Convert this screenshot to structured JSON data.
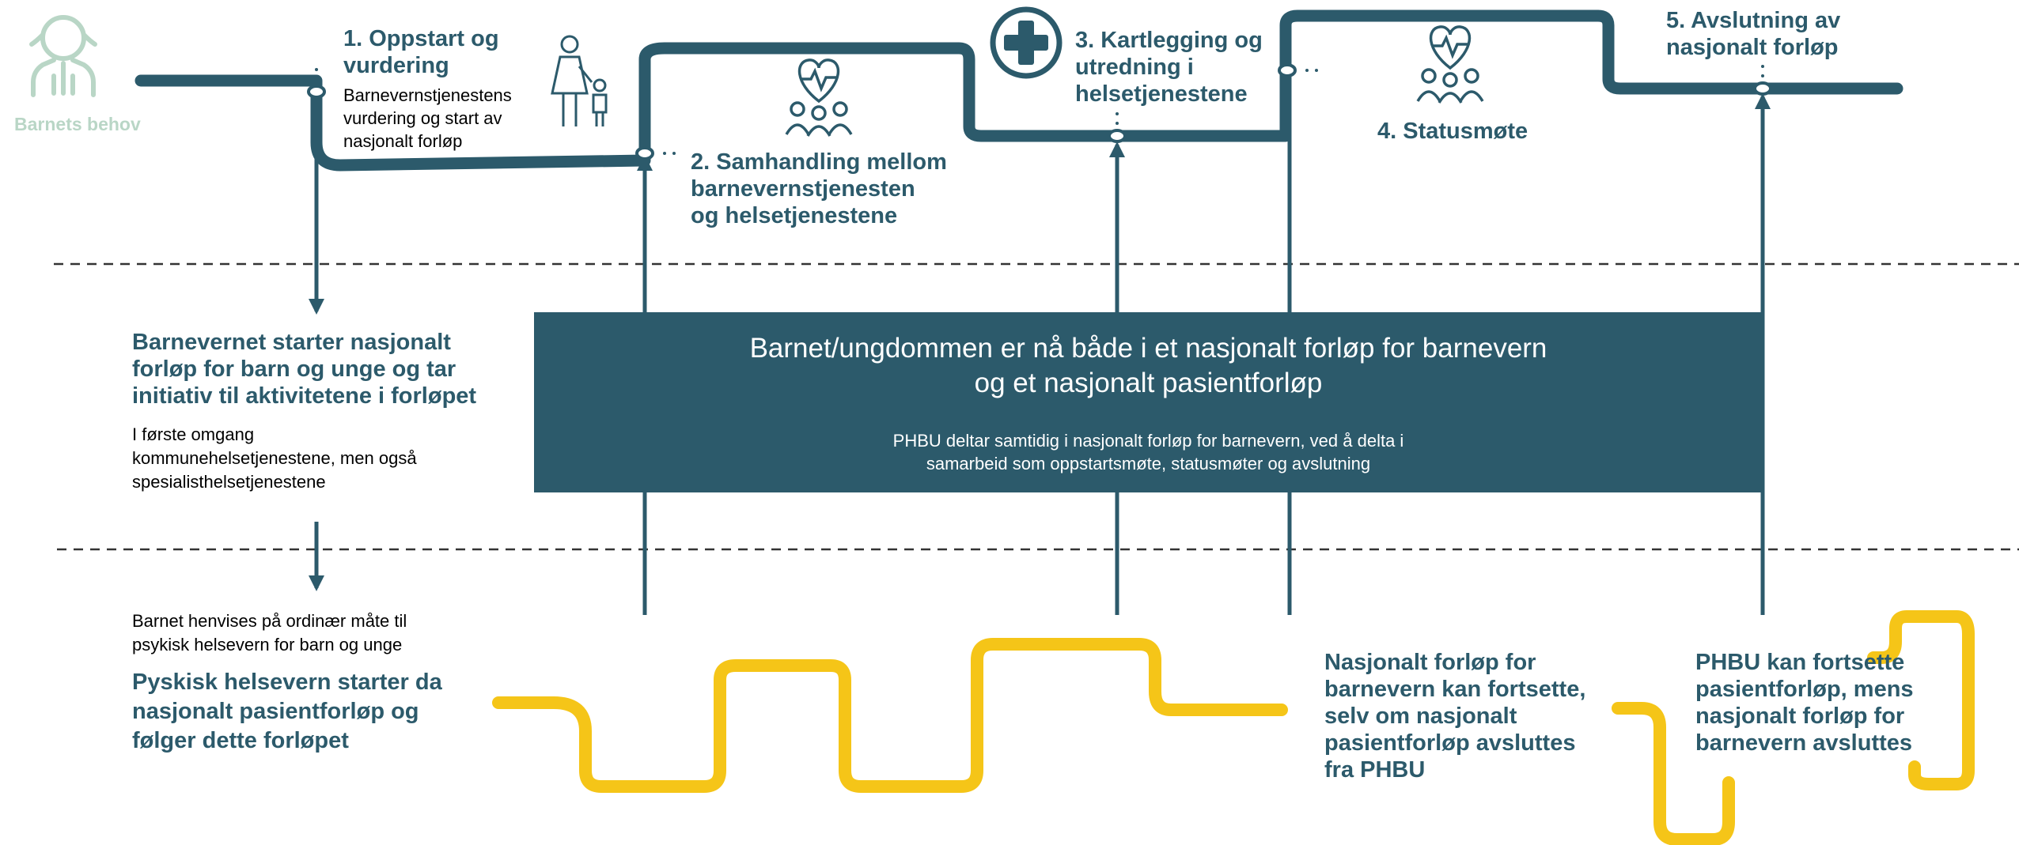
{
  "colors": {
    "teal": "#2c5a6b",
    "yellow": "#f5c518",
    "pale_green": "#b9d6c6",
    "white": "#ffffff"
  },
  "icons": [
    "girl-icon",
    "parent-child-icon",
    "heart-family-icon",
    "medical-cross-icon",
    "heart-family-icon"
  ],
  "start": {
    "label": "Barnets behov"
  },
  "steps": [
    {
      "title": "1. Oppstart og\nvurdering",
      "body": "Barnevernstjenestens\nvurdering og start av\nnasjonalt forløp"
    },
    {
      "title": "2. Samhandling mellom\nbarnevernstjenesten\nog helsetjenestene"
    },
    {
      "title": "3. Kartlegging og\nutredning i\nhelsetjenestene"
    },
    {
      "title": "4. Statusmøte"
    },
    {
      "title": "5. Avslutning av\nnasjonalt forløp"
    }
  ],
  "left_column": {
    "heading": "Barnevernet starter nasjonalt\nforløp for barn og unge og tar\ninitiativ til aktivitetene i forløpet",
    "body": "I første omgang\nkommunehelsetjenestene, men også\nspesialisthelsetjenestene",
    "referral": "Barnet henvises på ordinær måte til\npsykisk helsevern for barn og unge",
    "referral_heading": "Pyskisk helsevern starter da\nnasjonalt pasientforløp og\nfølger dette forløpet"
  },
  "center_box": {
    "title": "Barnet/ungdommen er nå både i et nasjonalt forløp for barnevern\nog et nasjonalt pasientforløp",
    "body": "PHBU deltar samtidig i nasjonalt forløp for barnevern, ved å delta i\nsamarbeid som oppstartsmøte, statusmøter og avslutning"
  },
  "outcomes": [
    {
      "text": "Nasjonalt forløp for\nbarnevern kan fortsette,\nselv om nasjonalt\npasientforløp avsluttes\nfra PHBU"
    },
    {
      "text": "PHBU kan fortsette\npasientforløp, mens\nnasjonalt forløp for\nbarnevern avsluttes"
    }
  ]
}
